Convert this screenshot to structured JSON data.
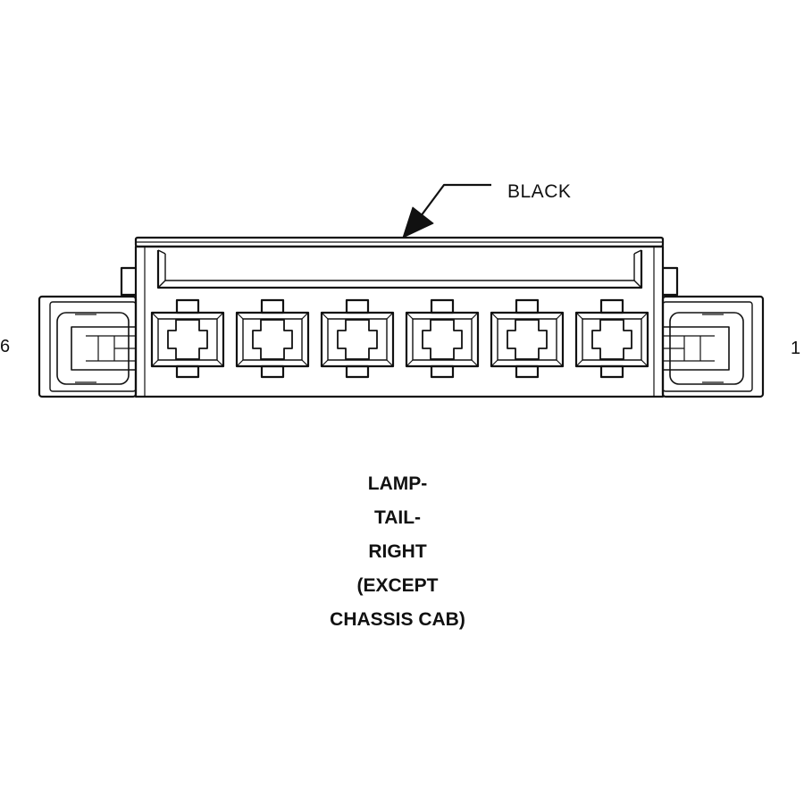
{
  "connector": {
    "color_label": "BLACK",
    "pin_left": "6",
    "pin_right": "1",
    "cavity_count": 6
  },
  "caption": {
    "lines": [
      "LAMP-",
      "TAIL-",
      "RIGHT",
      "(EXCEPT",
      "CHASSIS CAB)"
    ]
  }
}
